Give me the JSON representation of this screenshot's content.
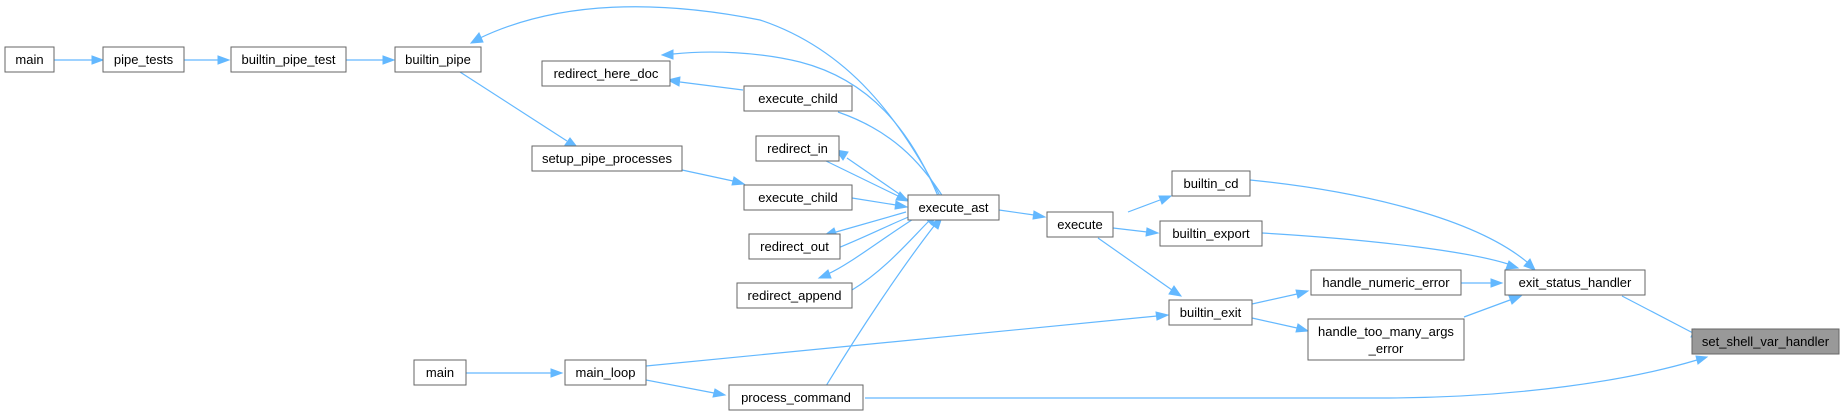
{
  "diagram": {
    "type": "call-graph",
    "highlight_color": "#999999",
    "edge_color": "#63b8ff",
    "nodes": {
      "main1": "main",
      "pipe_tests": "pipe_tests",
      "builtin_pipe_test": "builtin_pipe_test",
      "builtin_pipe": "builtin_pipe",
      "redirect_here_doc": "redirect_here_doc",
      "execute_child1": "execute_child",
      "redirect_in": "redirect_in",
      "setup_pipe_processes": "setup_pipe_processes",
      "execute_child2": "execute_child",
      "execute_ast": "execute_ast",
      "redirect_out": "redirect_out",
      "redirect_append": "redirect_append",
      "main2": "main",
      "main_loop": "main_loop",
      "process_command": "process_command",
      "execute": "execute",
      "builtin_cd": "builtin_cd",
      "builtin_export": "builtin_export",
      "builtin_exit": "builtin_exit",
      "handle_numeric_error": "handle_numeric_error",
      "handle_too_many_args_error_1": "handle_too_many_args",
      "handle_too_many_args_error_2": "_error",
      "exit_status_handler": "exit_status_handler",
      "set_shell_var_handler": "set_shell_var_handler"
    }
  }
}
